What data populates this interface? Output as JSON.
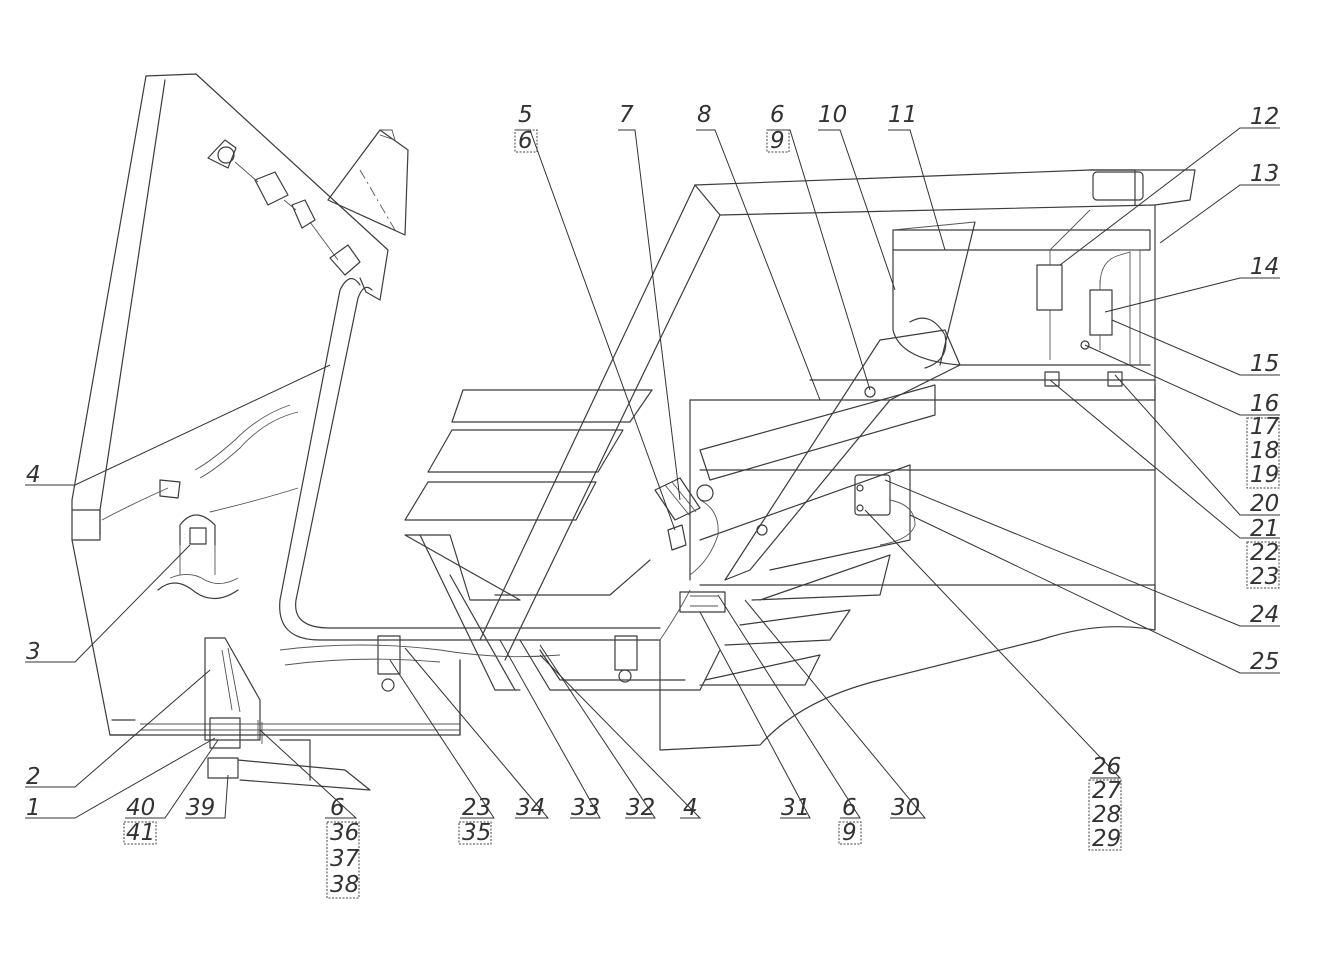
{
  "diagram": {
    "callouts": {
      "c1": "1",
      "c2": "2",
      "c3": "3",
      "c4a": "4",
      "c4b": "4",
      "c5": "5",
      "c6a": "6",
      "c6b": "6",
      "c6c": "6",
      "c6d": "6",
      "c7": "7",
      "c8": "8",
      "c9a": "9",
      "c9b": "9",
      "c10": "10",
      "c11": "11",
      "c12": "12",
      "c13": "13",
      "c14": "14",
      "c15": "15",
      "c16": "16",
      "c17": "17",
      "c18": "18",
      "c19": "19",
      "c20": "20",
      "c21": "21",
      "c22": "22",
      "c23a": "23",
      "c23b": "23",
      "c24": "24",
      "c25": "25",
      "c26": "26",
      "c27": "27",
      "c28": "28",
      "c29": "29",
      "c30": "30",
      "c31": "31",
      "c32": "32",
      "c33": "33",
      "c34": "34",
      "c35": "35",
      "c36": "36",
      "c37": "37",
      "c38": "38",
      "c39": "39",
      "c40": "40",
      "c41": "41"
    }
  }
}
